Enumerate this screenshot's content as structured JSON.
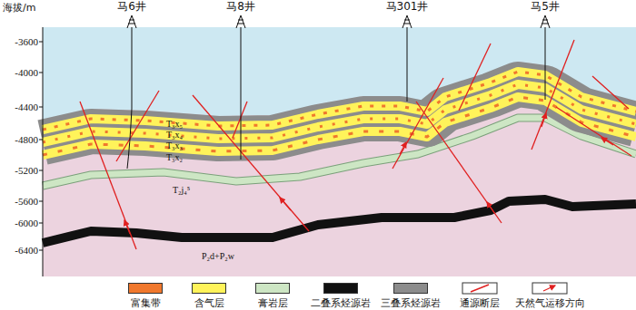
{
  "diagram": {
    "labels": [
      "海拔/m",
      "-3600",
      "-4000",
      "-4400",
      "-4800",
      "-5200",
      "-5600",
      "-6000",
      "-6400",
      "马6井",
      "马8井",
      "马301井",
      "马5井",
      "T₃x₅",
      "T₃x₄",
      "T₃x₃",
      "T₃x₂",
      "T₂j₄⁵",
      "P₂d+P₂w"
    ],
    "legend": [
      {
        "text": "富集带",
        "color": "#f0782d"
      },
      {
        "text": "含气层",
        "color": "#fff35a"
      },
      {
        "text": "膏岩层",
        "color": "#cde6c4"
      },
      {
        "text": "二叠系烃源岩",
        "color": "#111111"
      },
      {
        "text": "三叠系烃源岩",
        "color": "#8c8c8c"
      },
      {
        "text": "通源断层"
      },
      {
        "text": "天然气运移方向"
      }
    ]
  }
}
